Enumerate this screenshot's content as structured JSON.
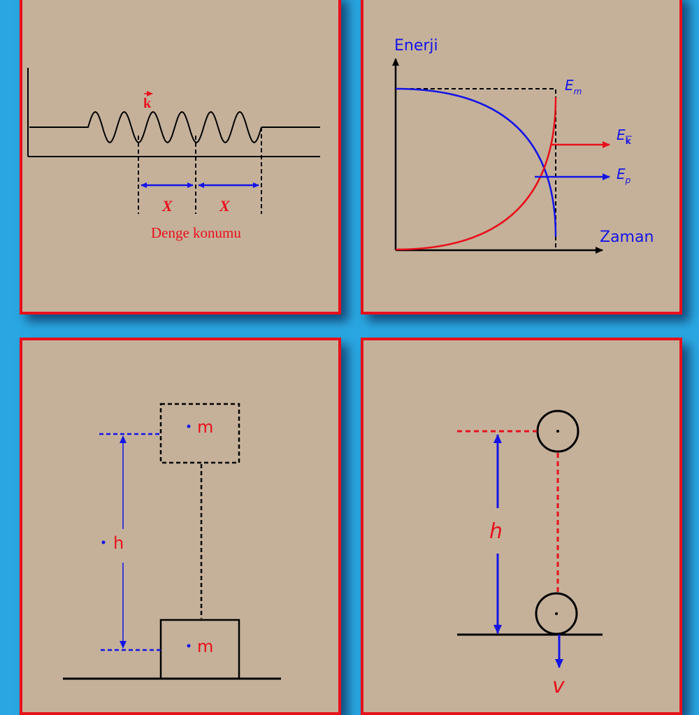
{
  "spring_panel": {
    "k_label": "k",
    "x_left": "X",
    "x_right": "X",
    "equilibrium_label": "Denge konumu"
  },
  "energy_panel": {
    "y_axis_label": "Enerji",
    "x_axis_label": "Zaman",
    "em_label": "E",
    "em_sub": "m",
    "ek_label": "E",
    "ek_sub": "k",
    "ep_label": "E",
    "ep_sub": "p"
  },
  "block_panel": {
    "top_mass": "m",
    "bottom_mass": "m",
    "height_label": "h"
  },
  "ball_panel": {
    "height_label": "h",
    "velocity_label": "v"
  },
  "colors": {
    "background": "#2aa7e2",
    "panel": "#c5b19a",
    "border": "#e8101b",
    "red": "#e8101b",
    "blue": "#1414e6"
  }
}
